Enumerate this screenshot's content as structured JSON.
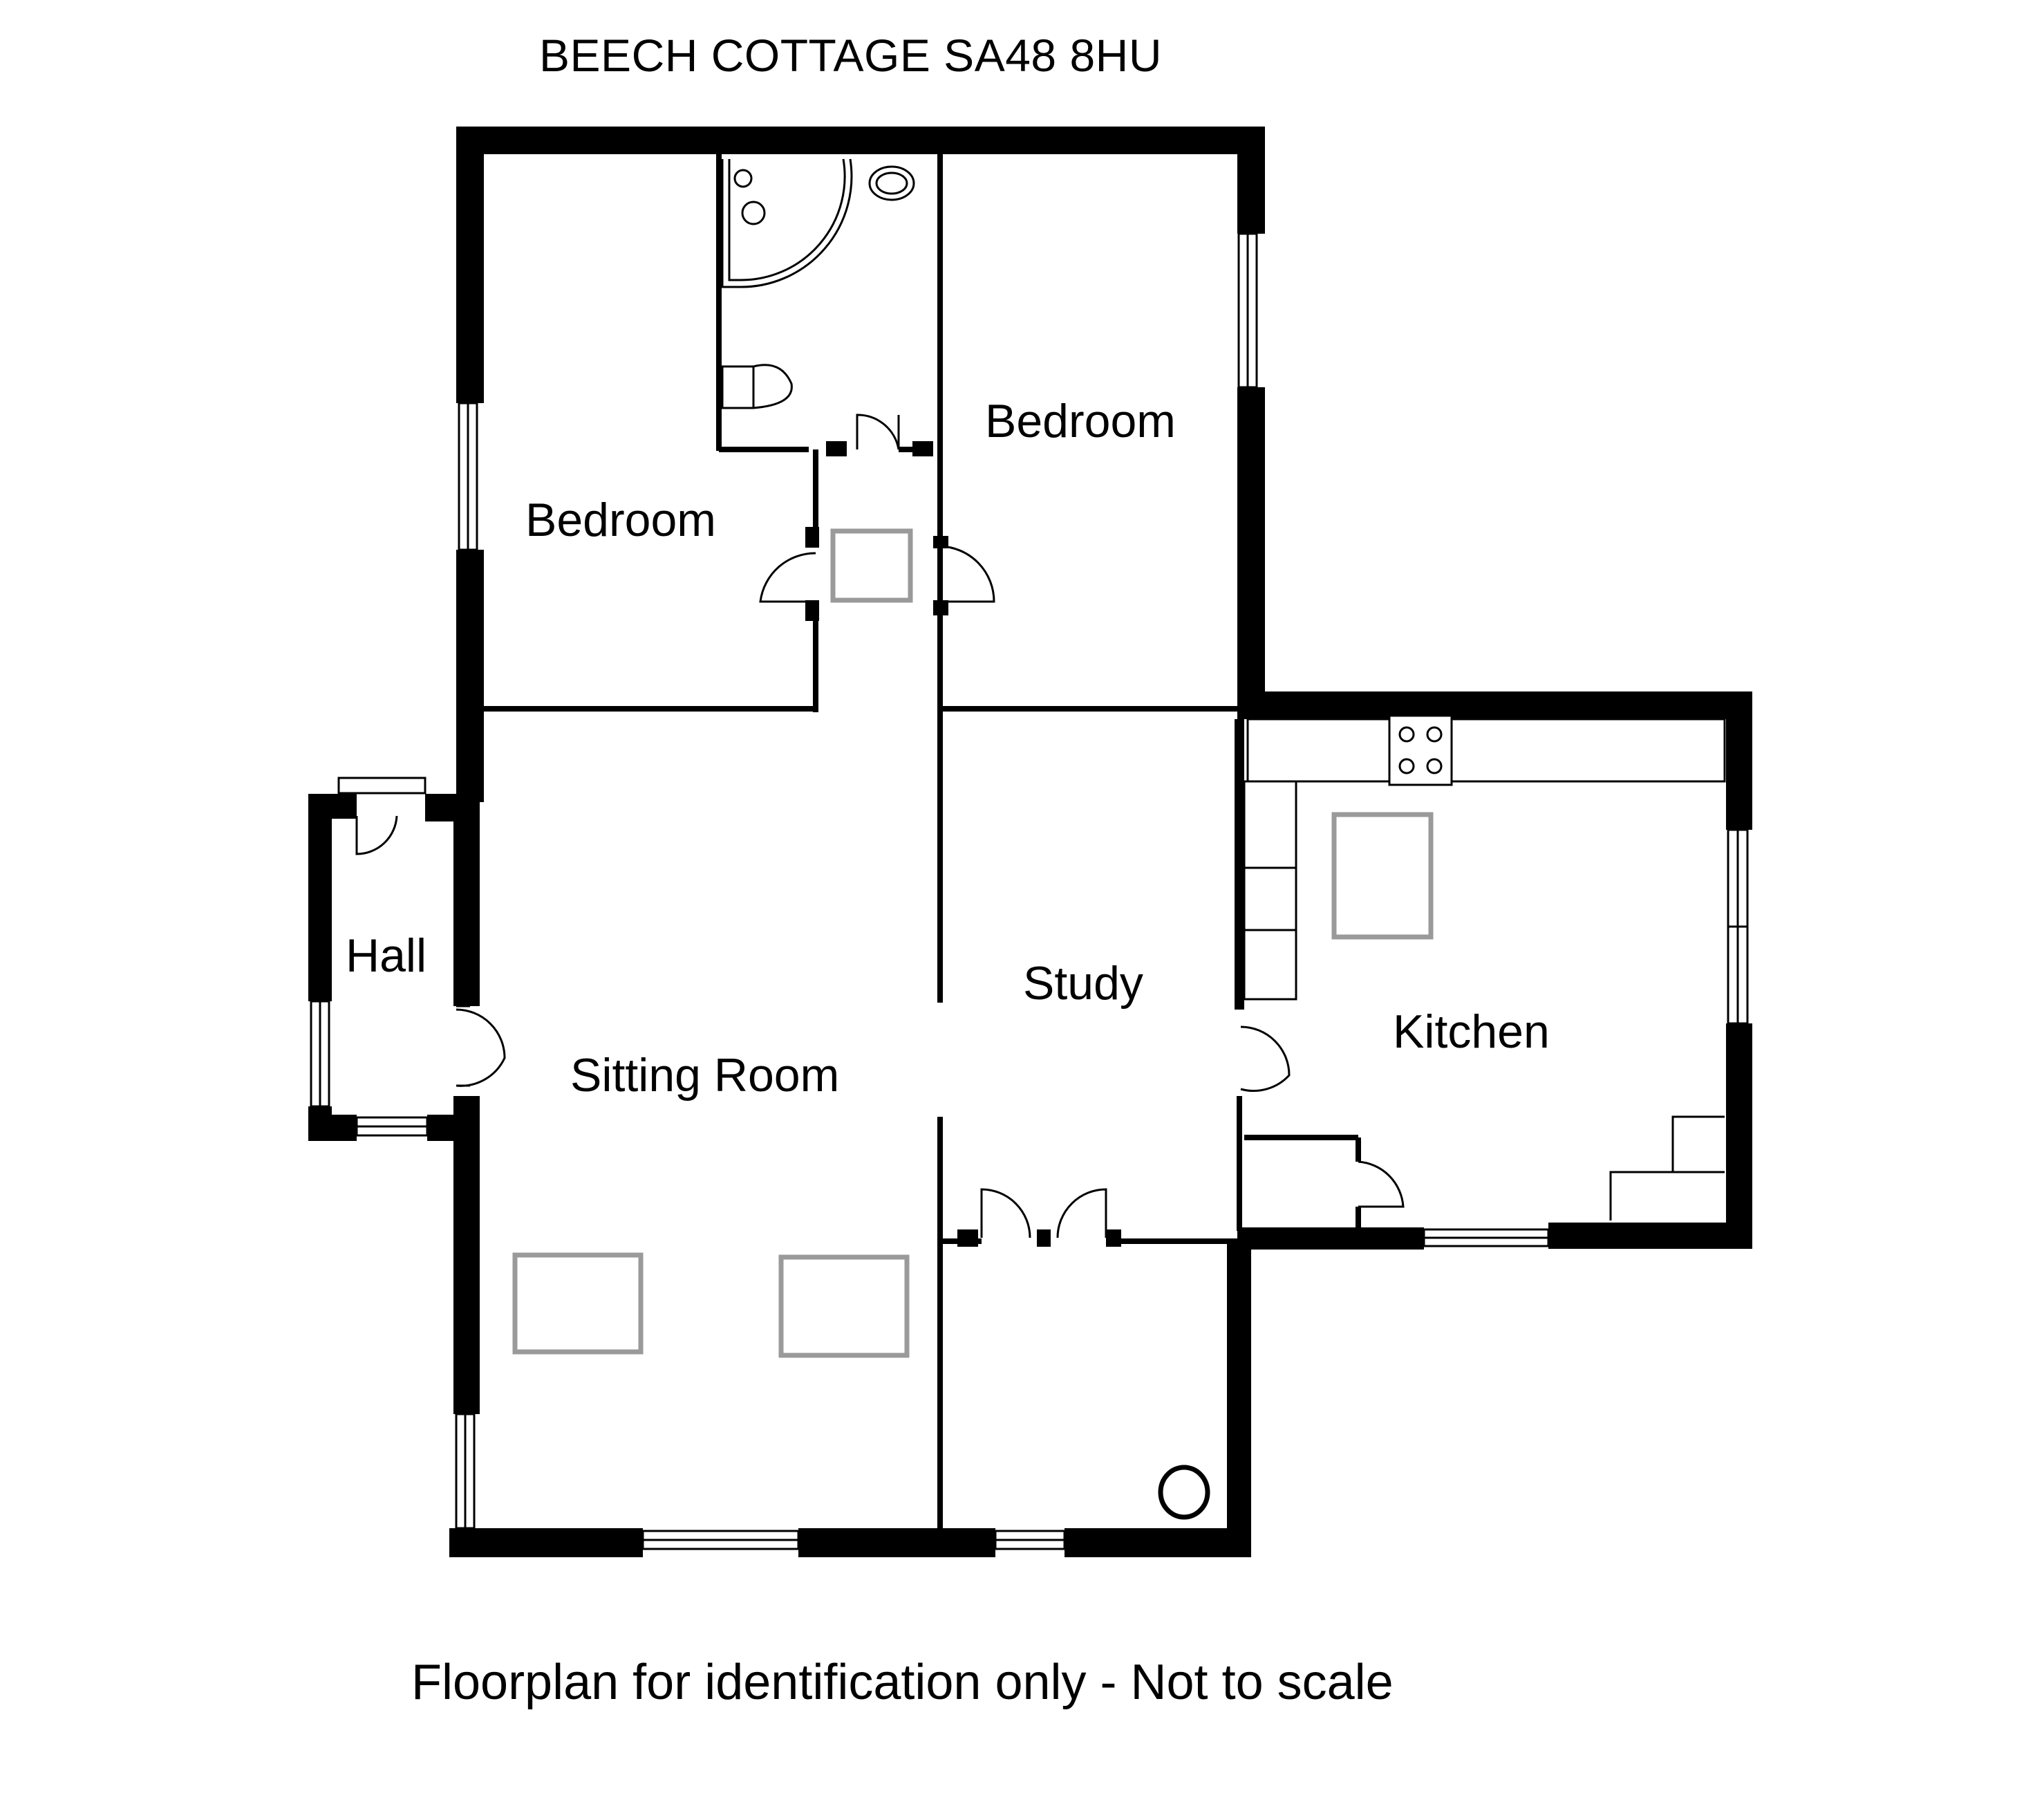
{
  "header": {
    "title": "BEECH COTTAGE SA48 8HU"
  },
  "rooms": {
    "bedroom_left": "Bedroom",
    "bedroom_right": "Bedroom",
    "hall": "Hall",
    "sitting_room": "Sitting Room",
    "study": "Study",
    "kitchen": "Kitchen"
  },
  "footer": {
    "note": "Floorplan for identification only - Not to scale"
  },
  "colors": {
    "wall": "#000000",
    "furniture": "#9a9a9a",
    "background": "#ffffff"
  }
}
